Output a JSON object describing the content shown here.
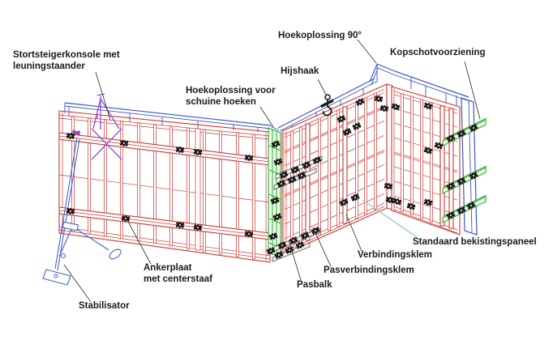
{
  "diagram": {
    "kind": "formwork-assembly-technical-drawing"
  },
  "labels": [
    {
      "id": "stortsteigerkonsole-met-leuningstaander",
      "text": "Stortsteigerkonsole met\nleuningstaander"
    },
    {
      "id": "hoekoplossing-voor-schuine-hoeken",
      "text": "Hoekoplossing voor\nschuine hoeken"
    },
    {
      "id": "hoekoplossing-90",
      "text": "Hoekoplossing 90°"
    },
    {
      "id": "hijshaak",
      "text": "Hijshaak"
    },
    {
      "id": "kopschotvoorziening",
      "text": "Kopschotvoorziening"
    },
    {
      "id": "standaard-bekistingspaneel",
      "text": "Standaard bekistingspaneel"
    },
    {
      "id": "verbindingsklem",
      "text": "Verbindingsklem"
    },
    {
      "id": "pasverbindingsklem",
      "text": "Pasverbindingsklem"
    },
    {
      "id": "pasbalk",
      "text": "Pasbalk"
    },
    {
      "id": "ankerplaat-met-centerstaaf",
      "text": "Ankerplaat\nmet centerstaaf"
    },
    {
      "id": "stabilisator",
      "text": "Stabilisator"
    }
  ],
  "icons": {
    "clamp": "x-wedge-clamp",
    "lifting_hook": "crane-hook"
  },
  "colors": {
    "formwork_red": "#cc3832",
    "rail_blue": "#3a56c4",
    "corner_green": "#2eae2e",
    "stabilizer_blue": "#4468cc",
    "console_purple": "#8a4fc8",
    "hardware_black": "#1b1b1b",
    "leader_gray": "#3c3c3c",
    "panel_leader_lightblue": "#9fc0d8",
    "label_text": "#1a1a1a",
    "background": "#ffffff"
  }
}
